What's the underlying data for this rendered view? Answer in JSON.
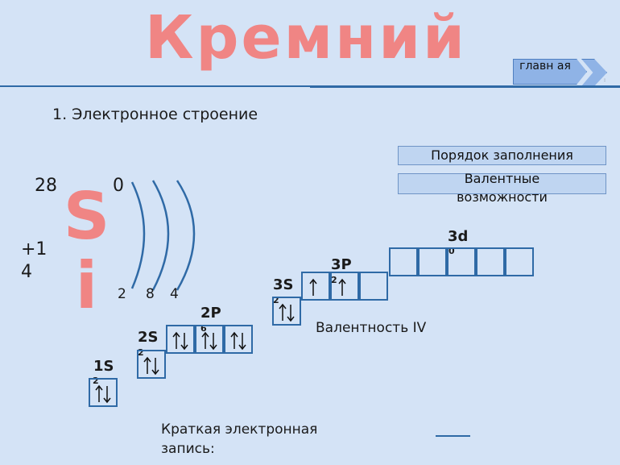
{
  "title": "Кремний",
  "nav": {
    "home_label": "главн ая",
    "dots": ":"
  },
  "section_heading": "1. Электронное строение",
  "buttons": {
    "fill_order": "Порядок заполнения",
    "valence_options": "Валентные возможности"
  },
  "element": {
    "mass_number": "28",
    "charge_top": "0",
    "nuclear_charge": "+1 4",
    "symbol": "Si",
    "shell_electrons": [
      "2",
      "8",
      "4"
    ]
  },
  "orbitals": {
    "s1": {
      "label": "1S",
      "superscript": "2",
      "cells": [
        "up-down"
      ]
    },
    "s2": {
      "label": "2S",
      "superscript": "2",
      "cells": [
        "up-down"
      ]
    },
    "p2": {
      "label": "2P",
      "superscript": "6",
      "cells": [
        "up-down",
        "up-down",
        "up-down"
      ]
    },
    "s3": {
      "label": "3S",
      "superscript": "2",
      "cells": [
        "up-down"
      ]
    },
    "p3": {
      "label": "3P",
      "superscript": "2",
      "cells": [
        "up",
        "up",
        "empty"
      ]
    },
    "d3": {
      "label": "3d",
      "superscript": "0",
      "cells": [
        "empty",
        "empty",
        "empty",
        "empty",
        "empty"
      ]
    }
  },
  "valence_text": "Валентность IV",
  "short_notation_label": "Краткая электронная запись:",
  "colors": {
    "background": "#d4e3f6",
    "title": "#f08584",
    "accent": "#2f6aa6",
    "button": "#bfd5f1"
  }
}
